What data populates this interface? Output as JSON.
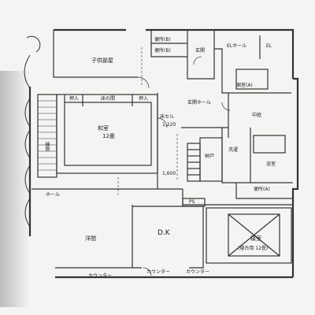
{
  "labels": {
    "children_room": "子供部屋",
    "washroom_b1": "便所(B)",
    "washroom_b2": "便所(B)",
    "entrance": "玄関",
    "el_hall": "ELホール",
    "el": "EL",
    "private_room_a": "個室(A)",
    "oshiire_1": "押入",
    "tokonoma": "床の間",
    "oshiire_2": "押入",
    "entrance_hall": "玄関ホール",
    "level_note_1": "床セル",
    "level_1220": "1,220",
    "courtyard": "中庭",
    "washitsu": "和室",
    "tatami_12": "12畳",
    "washing": "洗濯",
    "dim_1600": "1,600",
    "storage": "納戸",
    "bath": "浴室",
    "engawa": "縁側",
    "hall": "ホール",
    "toilet_a": "便所(A)",
    "ps": "PS",
    "western_room": "洋間",
    "dk": "D.K",
    "bedroom": "寝室",
    "bedroom_note": "(寝台用 12畳)",
    "counter_1": "カウンター",
    "counter_2": "カウンター",
    "counter_3": "カウンター"
  }
}
